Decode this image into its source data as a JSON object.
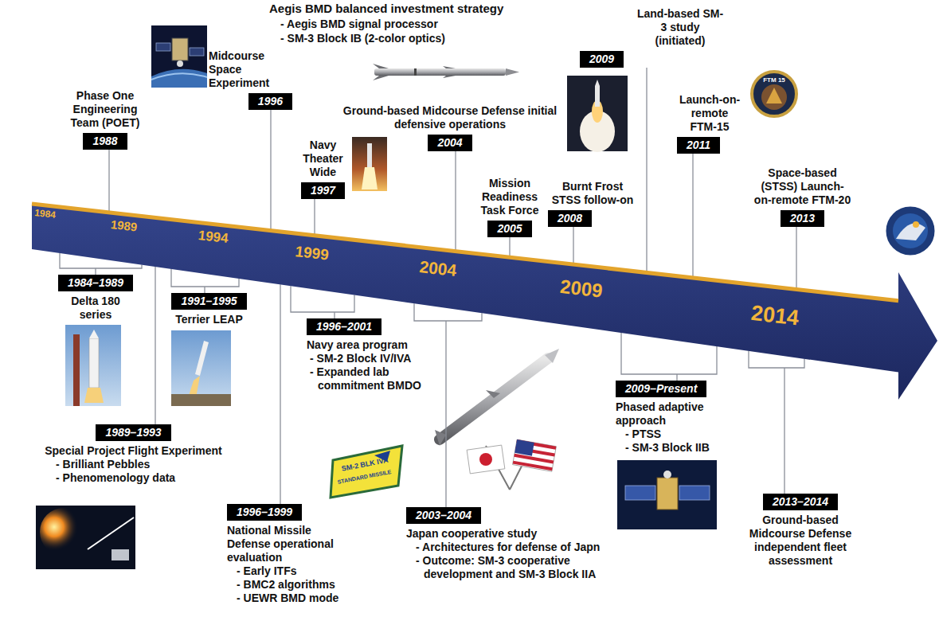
{
  "diagram": {
    "nodes": [
      {
        "text": [
          "1984",
          "1989",
          "1994",
          "1999",
          "2004",
          "2009",
          "2014"
        ]
      },
      {
        "text": [
          "1988",
          "Phase One Engineering Team (POET)"
        ]
      },
      {
        "text": [
          "1996",
          "Midcourse Space Experiment"
        ]
      },
      {
        "text": [
          "1997",
          "Navy Theater Wide"
        ]
      },
      {
        "text": [
          "2004",
          "Ground-based Midcourse Defense initial defensive operations"
        ]
      },
      {
        "text": [
          "2005",
          "Mission Readiness Task Force"
        ]
      },
      {
        "text": [
          "2008",
          "Burnt Frost STSS follow-on"
        ]
      },
      {
        "text": [
          "2009",
          "Land-based SM-3 study (initiated)"
        ]
      },
      {
        "text": [
          "2011",
          "Launch-on-remote FTM-15"
        ]
      },
      {
        "text": [
          "2013",
          "Space-based (STSS) Launch-on-remote FTM-20"
        ]
      },
      {
        "text": [
          "1984–1989",
          "Delta 180 series"
        ]
      },
      {
        "text": [
          "1991–1995",
          "Terrier LEAP"
        ]
      },
      {
        "text": [
          "1989–1993",
          "Special Project Flight Experiment",
          "- Brilliant Pebbles",
          "- Phenomenology data"
        ]
      },
      {
        "text": [
          "1996–2001",
          "Navy area program",
          "- SM-2 Block IV/IVA",
          "- Expanded lab commitment BMDO"
        ]
      },
      {
        "text": [
          "1996–1999",
          "National Missile Defense operational evaluation",
          "- Early ITFs",
          "- BMC2 algorithms",
          "- UEWR BMD mode"
        ]
      },
      {
        "text": [
          "2003–2004",
          "Japan cooperative study",
          "- Architectures for defense of Japn",
          "- Outcome: SM-3 cooperative development and SM-3 Block IIA"
        ]
      },
      {
        "text": [
          "2009–Present",
          "Phased adaptive approach",
          "- PTSS",
          "- SM-3 Block IIB"
        ]
      },
      {
        "text": [
          "2013–2014",
          "Ground-based Midcourse Defense independent fleet assessment"
        ]
      }
    ],
    "edges": [
      {
        "from": 1,
        "to": 0,
        "arrow": "none"
      },
      {
        "from": 2,
        "to": 0,
        "arrow": "none"
      },
      {
        "from": 3,
        "to": 0,
        "arrow": "none"
      },
      {
        "from": 4,
        "to": 0,
        "arrow": "none"
      },
      {
        "from": 5,
        "to": 0,
        "arrow": "none"
      },
      {
        "from": 6,
        "to": 0,
        "arrow": "none"
      },
      {
        "from": 7,
        "to": 0,
        "arrow": "none"
      },
      {
        "from": 8,
        "to": 0,
        "arrow": "none"
      },
      {
        "from": 9,
        "to": 0,
        "arrow": "none"
      },
      {
        "from": 10,
        "to": 0,
        "arrow": "none"
      },
      {
        "from": 11,
        "to": 0,
        "arrow": "none"
      },
      {
        "from": 12,
        "to": 0,
        "arrow": "none"
      },
      {
        "from": 13,
        "to": 0,
        "arrow": "none"
      },
      {
        "from": 14,
        "to": 0,
        "arrow": "none"
      },
      {
        "from": 15,
        "to": 0,
        "arrow": "none"
      },
      {
        "from": 16,
        "to": 0,
        "arrow": "none"
      },
      {
        "from": 17,
        "to": 0,
        "arrow": "none"
      }
    ],
    "labels": [
      "Aegis BMD balanced investment strategy",
      "- Aegis BMD signal processor",
      "- SM-3 Block IB (2-color optics)",
      "SM-2 BLK IVA",
      "STANDARD MISSILE",
      "FTM 15"
    ]
  }
}
